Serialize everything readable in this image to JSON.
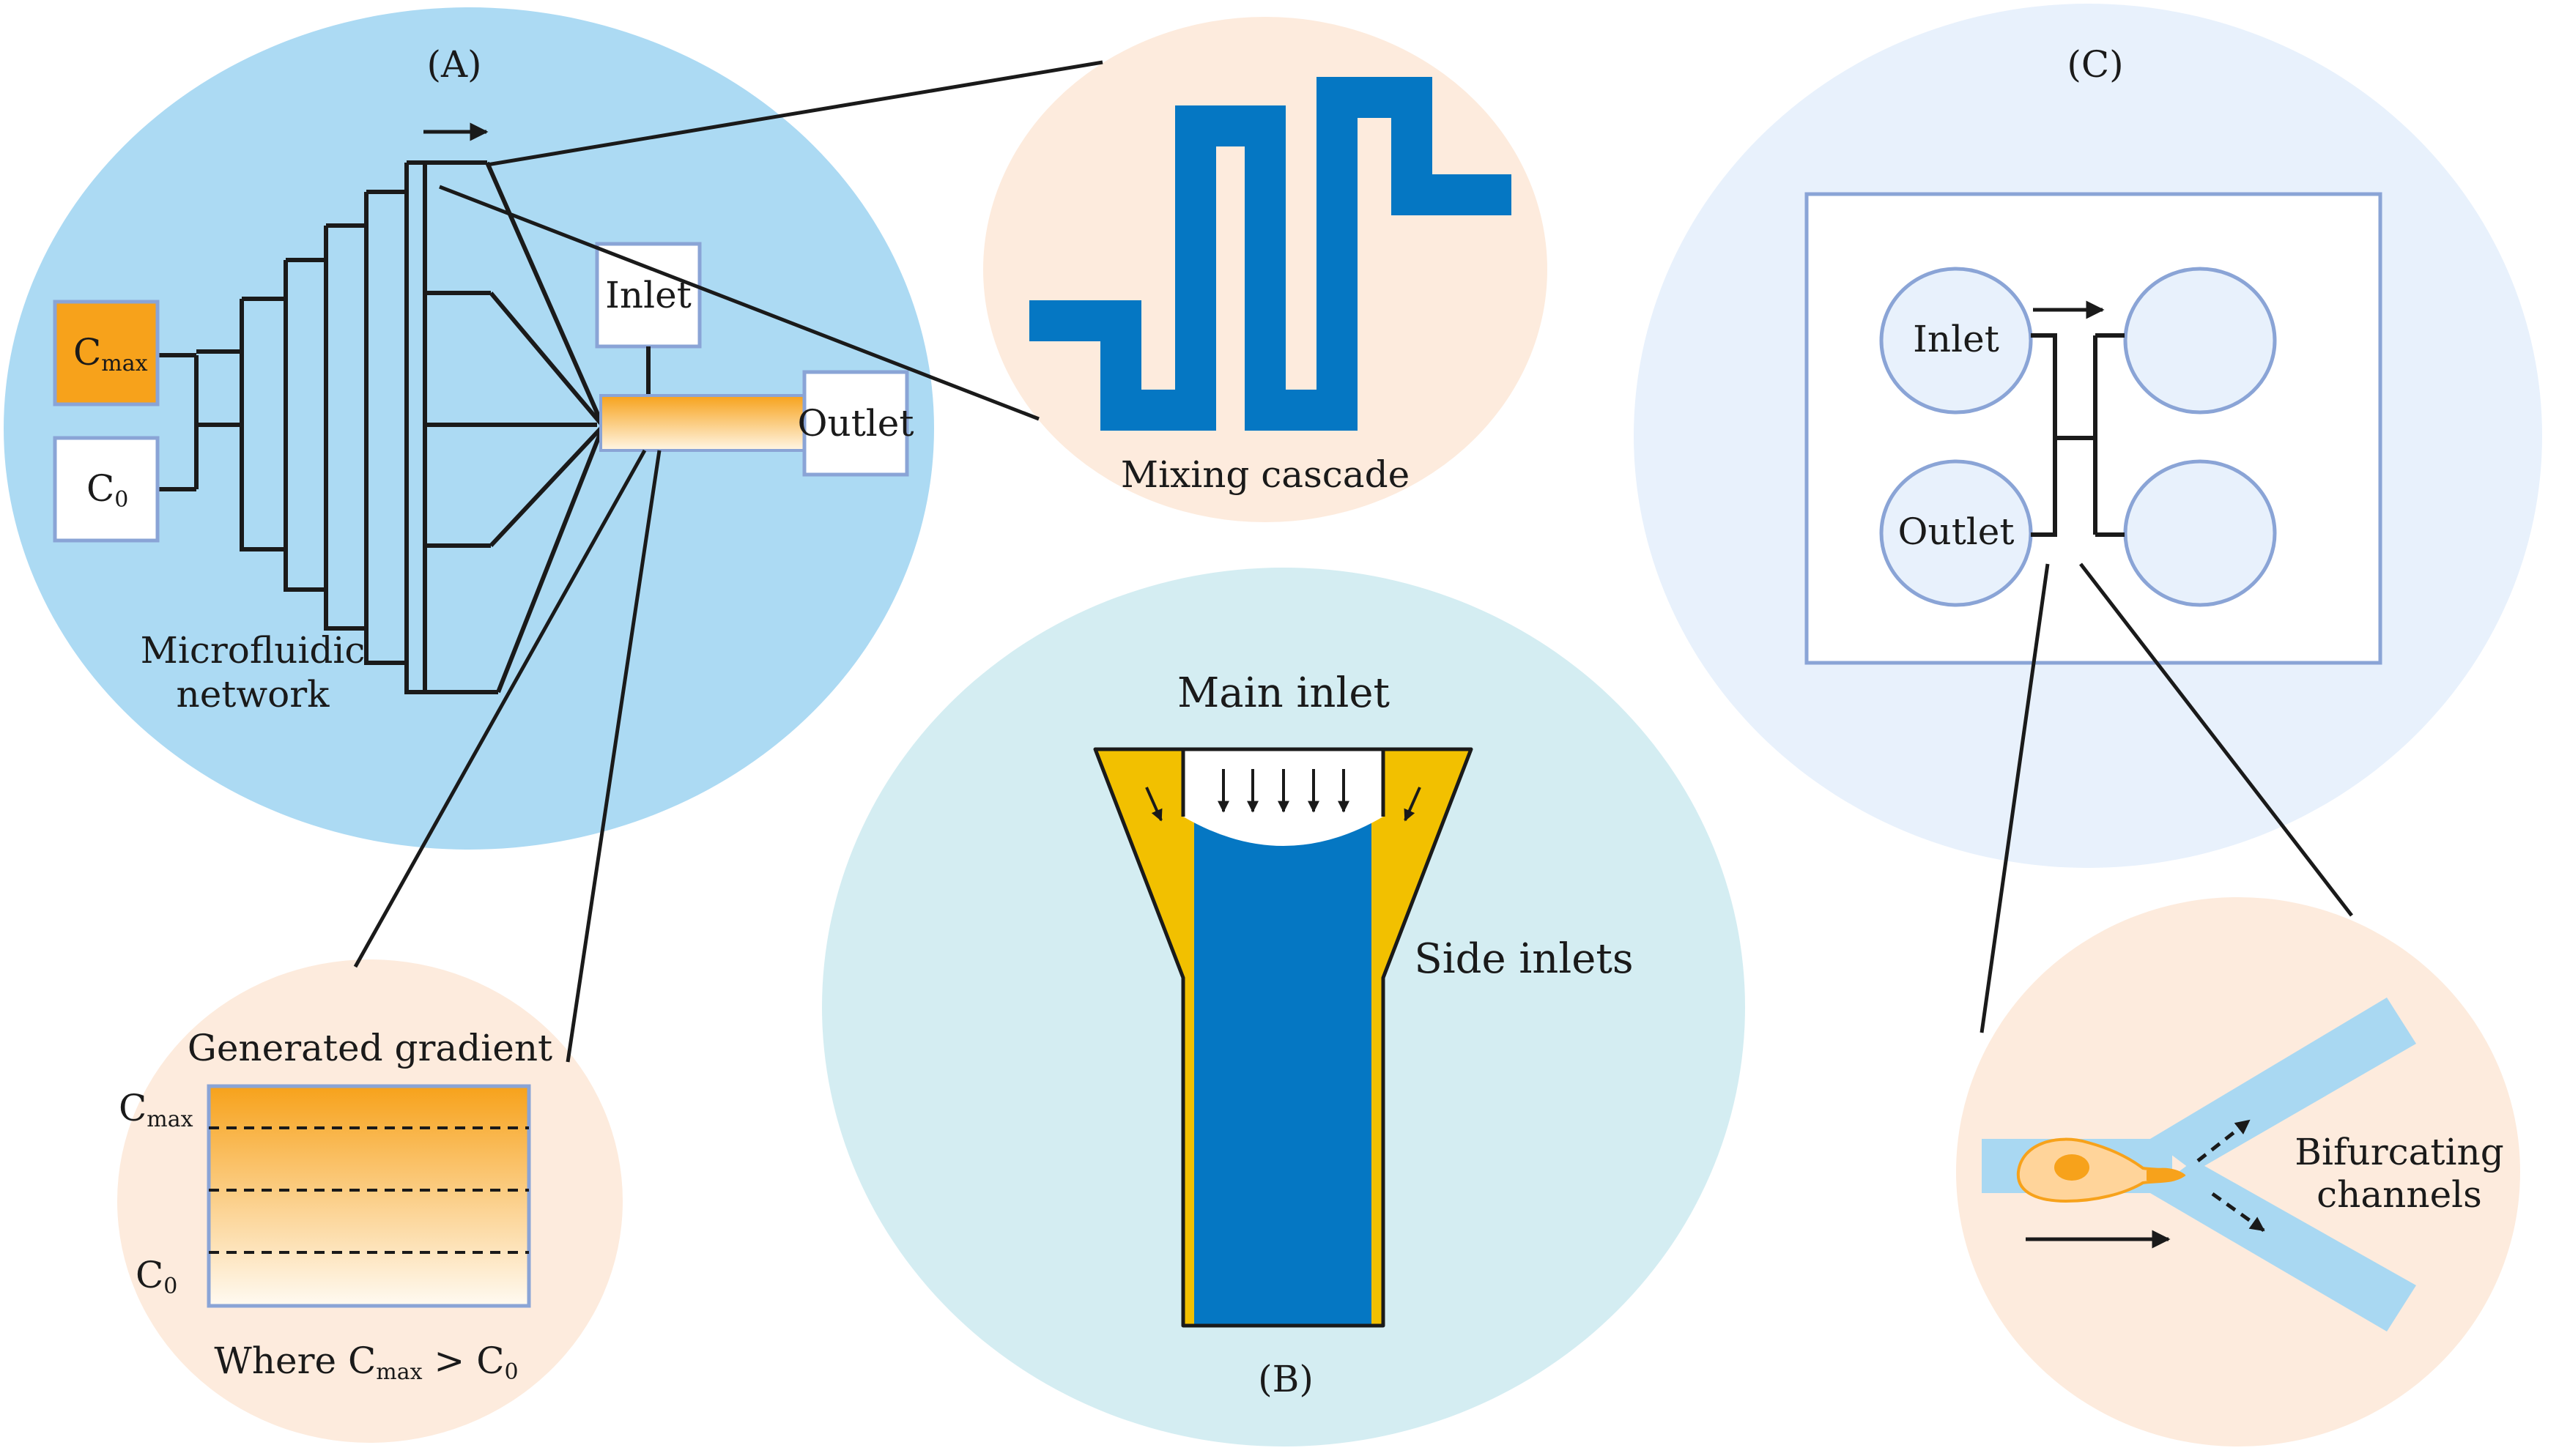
{
  "panel_a": {
    "label": "(A)",
    "cmax": {
      "main": "C",
      "sub": "max"
    },
    "c0": {
      "main": "C",
      "sub": "0"
    },
    "inlet": "Inlet",
    "outlet": "Outlet",
    "network_line1": "Microfluidic",
    "network_line2": "network"
  },
  "mixing": {
    "label": "Mixing cascade"
  },
  "gradient": {
    "title": "Generated gradient",
    "cmax": {
      "main": "C",
      "sub": "max"
    },
    "c0": {
      "main": "C",
      "sub": "0"
    },
    "where": {
      "prefix": "Where C",
      "sub1": "max",
      "mid": " > C",
      "sub2": "0"
    }
  },
  "panel_b": {
    "label": "(B)",
    "main_inlet": "Main inlet",
    "side_inlets": "Side inlets"
  },
  "panel_c": {
    "label": "(C)",
    "inlet": "Inlet",
    "outlet": "Outlet"
  },
  "bifurcating": {
    "line1": "Bifurcating",
    "line2": "channels"
  },
  "colors": {
    "panel_a_bg": "#acdaf3",
    "inset_bg": "#fdebdd",
    "panel_b_bg": "#d4edf2",
    "panel_c_bg": "#e8f1fc",
    "channel_blue": "#0577c3",
    "side_yellow": "#f2c000",
    "orange": "#f7a21b",
    "circle_stroke": "#8aa4d6",
    "light_channel": "#a9d8f2"
  }
}
